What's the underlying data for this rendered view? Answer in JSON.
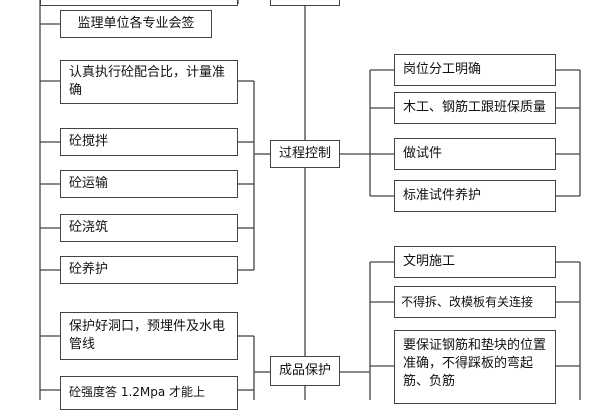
{
  "center_nodes": {
    "process_control": "过程控制",
    "product_protection": "成品保护"
  },
  "left_column": {
    "supervision_signoff": "监理单位各专业会签",
    "mix_ratio": "认真执行砼配合比，计量准确",
    "mixing": "砼搅拌",
    "transport": "砼运输",
    "pouring": "砼浇筑",
    "curing": "砼养护",
    "protect_openings": "保护好洞口，预埋件及水电管线",
    "strength_note": "砼强度答 1.2Mpa 才能上"
  },
  "right_column": {
    "clear_division": "岗位分工明确",
    "crew_quality": "木工、钢筋工跟班保质量",
    "make_specimens": "做试件",
    "standard_curing": "标准试件养护",
    "civilized_construction": "文明施工",
    "no_dismantle": "不得拆、改模板有关连接",
    "rebar_position": "要保证钢筋和垫块的位置准确，不得踩板的弯起筋、负筋"
  }
}
